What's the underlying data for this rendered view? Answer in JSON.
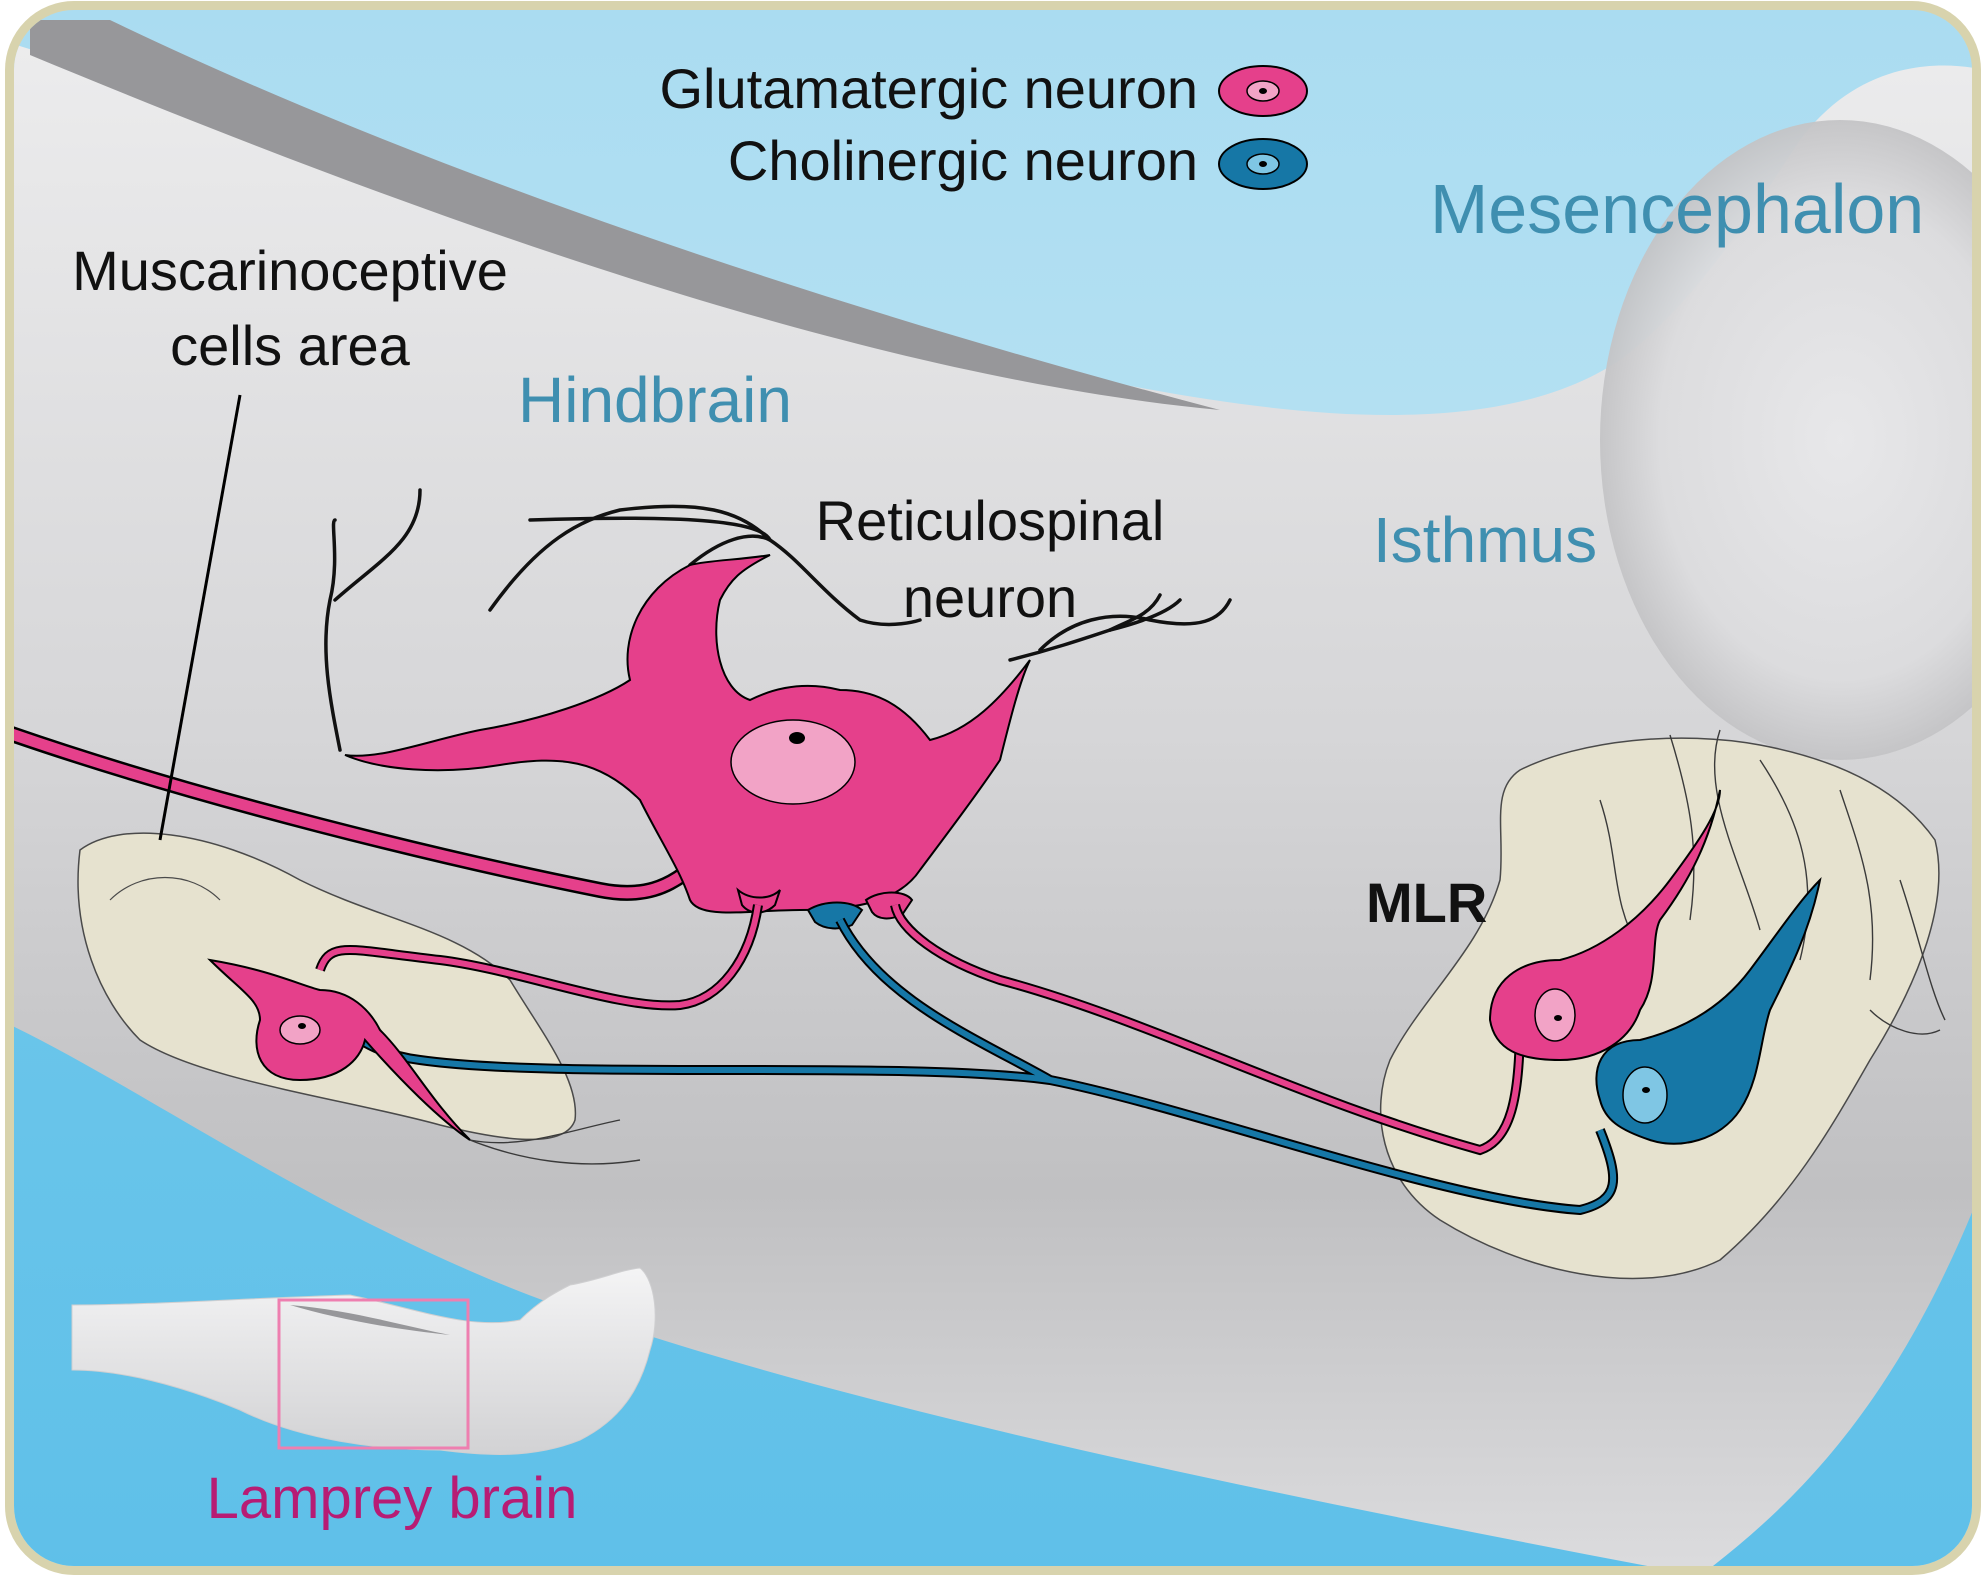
{
  "legend": {
    "glutamatergic": "Glutamatergic neuron",
    "cholinergic": "Cholinergic neuron"
  },
  "regions": {
    "mesencephalon": "Mesencephalon",
    "hindbrain": "Hindbrain",
    "isthmus": "Isthmus"
  },
  "labels": {
    "muscarinoceptive_line1": "Muscarinoceptive",
    "muscarinoceptive_line2": "cells area",
    "reticulospinal_line1": "Reticulospinal",
    "reticulospinal_line2": "neuron",
    "mlr": "MLR"
  },
  "inset": {
    "caption": "Lamprey brain"
  },
  "colors": {
    "frame_border": "#d8d3ad",
    "background_blue": "#6cc6ea",
    "background_blue_light": "#bfe5f4",
    "brain_gray": "#d9d9da",
    "brain_gray_dark": "#a9a9ab",
    "glutamatergic_pink": "#e5408b",
    "glutamatergic_nucleus": "#f2a3c6",
    "cholinergic_blue": "#1677a6",
    "cholinergic_nucleus": "#7fc6e4",
    "nucleus_area_fill": "#e6e2cf",
    "region_label_blue": "#3f8fb0",
    "inset_caption_magenta": "#b71c74",
    "inset_box_pink": "#ee7fb0"
  }
}
